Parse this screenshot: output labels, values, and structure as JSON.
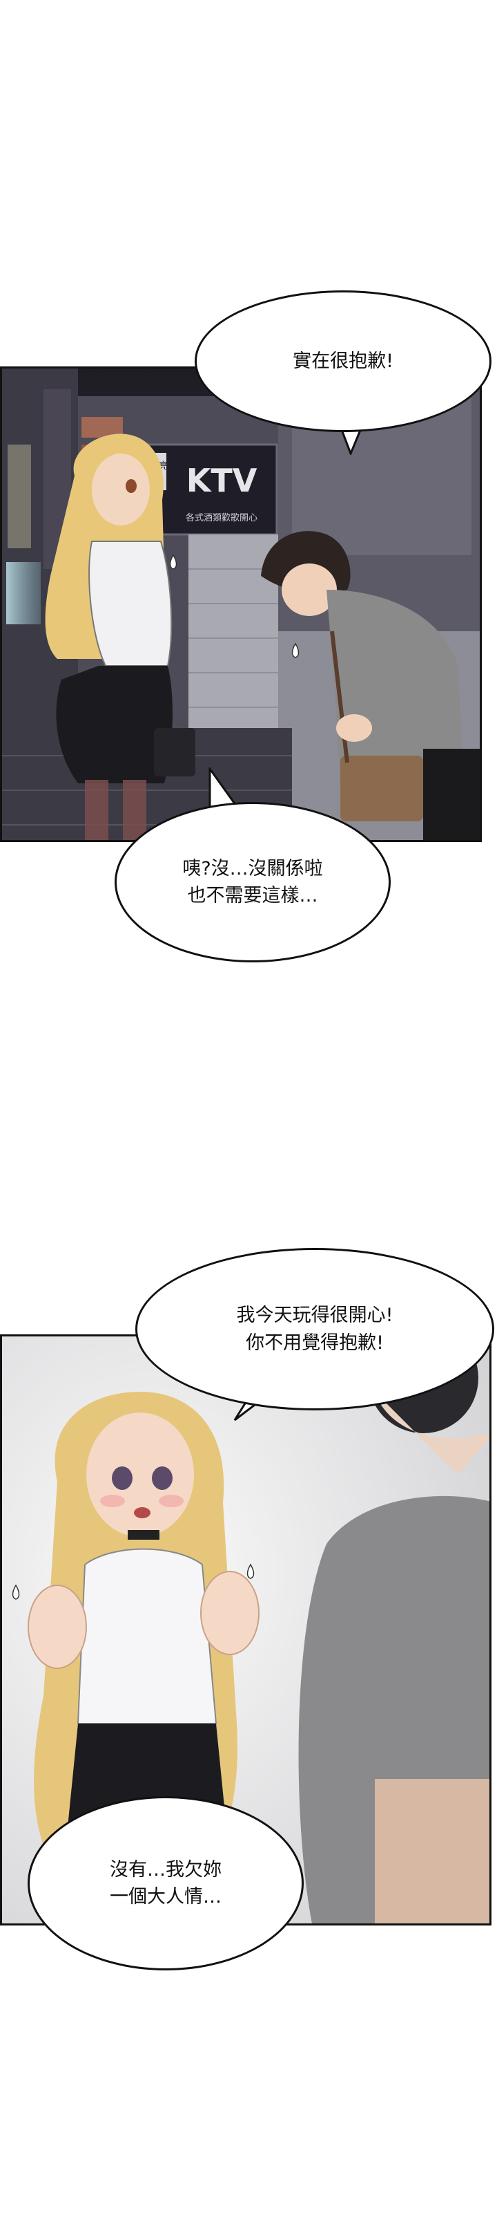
{
  "panels": [
    {
      "sign": {
        "main": "KTV",
        "small_left": "閃亮閃亮",
        "small_right": "各式酒類歡歌開心"
      },
      "bubbles": [
        {
          "lines": [
            "實在很抱歉!"
          ]
        },
        {
          "lines": [
            "咦?沒…沒關係啦",
            "也不需要這樣…"
          ]
        }
      ]
    },
    {
      "bubbles": [
        {
          "lines": [
            "我今天玩得很開心!",
            "你不用覺得抱歉!"
          ]
        },
        {
          "lines": [
            "沒有…我欠妳",
            "一個大人情…"
          ]
        }
      ]
    }
  ],
  "colors": {
    "night_sky": "#2c2a36",
    "building": "#5a5a66",
    "hair": "#e8c878",
    "shirt_grey": "#8a8a8a",
    "room": "#e4e4e4"
  }
}
